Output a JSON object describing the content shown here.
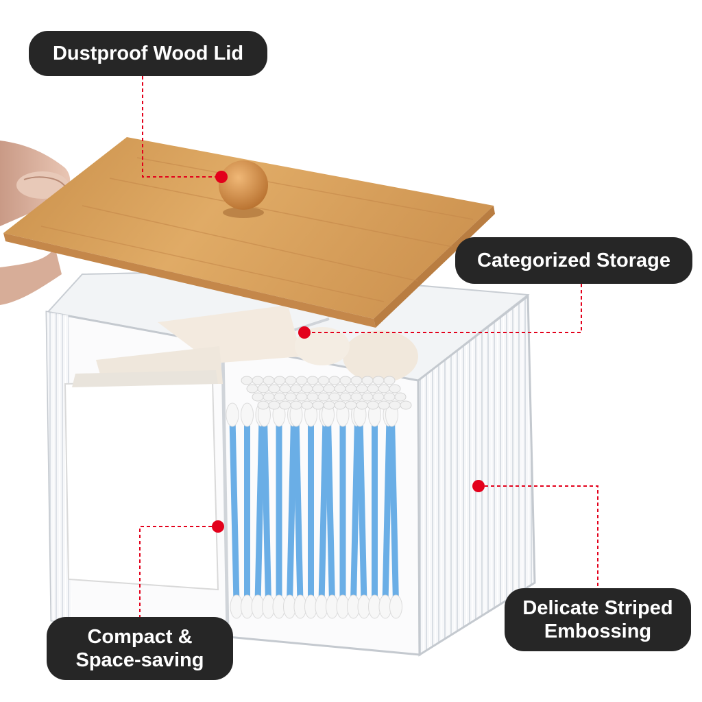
{
  "callouts": {
    "lid": "Dustproof Wood Lid",
    "storage": "Categorized Storage",
    "emboss_line1": "Delicate Striped",
    "emboss_line2": "Embossing",
    "compact_line1": "Compact &",
    "compact_line2": "Space-saving"
  },
  "colors": {
    "label_bg": "#262626",
    "label_text": "#ffffff",
    "marker": "#e3001b",
    "bamboo": "#d9a35d",
    "swab_stick": "#6aaee6"
  }
}
